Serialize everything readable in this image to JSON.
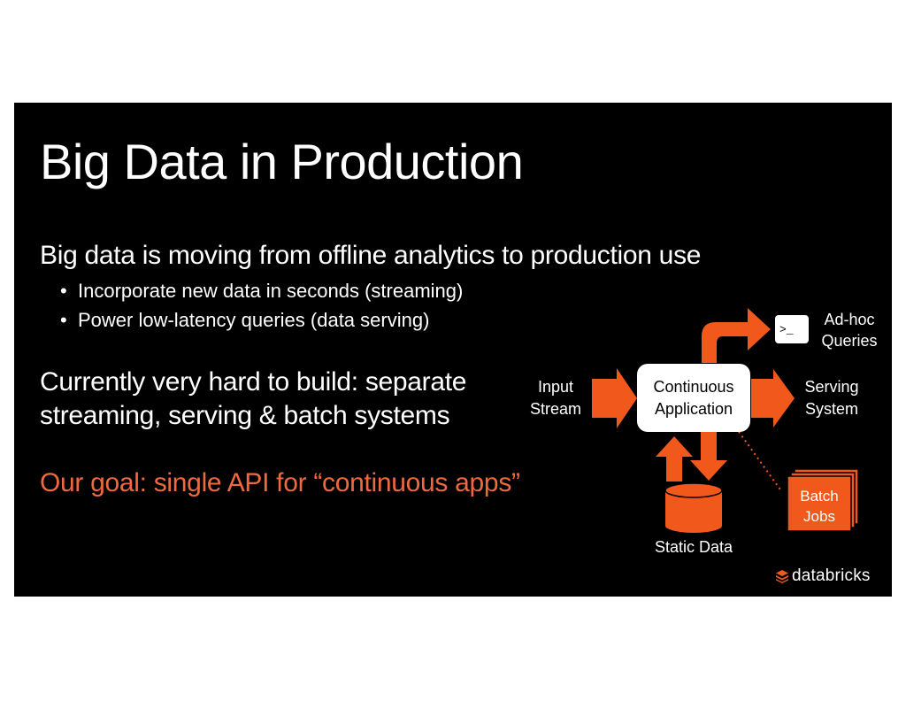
{
  "slide": {
    "title": "Big Data in Production",
    "lead": "Big data is moving from offline analytics to production use",
    "bullets": [
      "Incorporate new data in seconds (streaming)",
      "Power low-latency queries (data serving)"
    ],
    "paragraph_line1": "Currently very hard to build: separate",
    "paragraph_line2": "streaming, serving & batch systems",
    "goal": "Our goal: single API for “continuous apps”"
  },
  "diagram": {
    "input_line1": "Input",
    "input_line2": "Stream",
    "center_line1": "Continuous",
    "center_line2": "Application",
    "adhoc_line1": "Ad-hoc",
    "adhoc_line2": "Queries",
    "terminal_glyph": ">_",
    "serving_line1": "Serving",
    "serving_line2": "System",
    "static_label": "Static Data",
    "batch_line1": "Batch",
    "batch_line2": "Jobs"
  },
  "logo": {
    "text": "databricks"
  },
  "colors": {
    "accent": "#f0581c",
    "goal_text": "#ee6a3e",
    "background": "#000000",
    "text": "#ffffff"
  }
}
